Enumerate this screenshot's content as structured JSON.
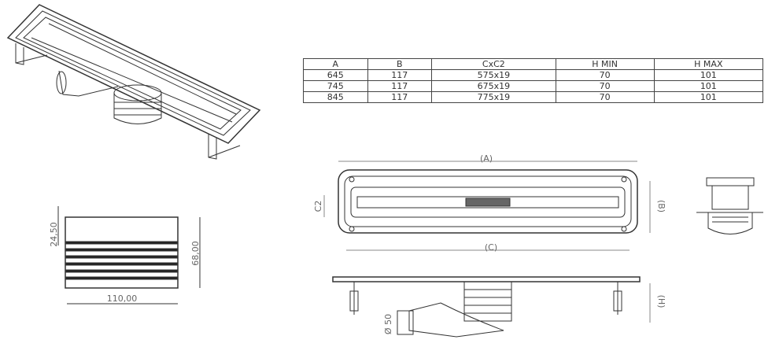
{
  "spec_table": {
    "headers": [
      "A",
      "B",
      "CxC2",
      "H MIN",
      "H MAX"
    ],
    "rows": [
      [
        "645",
        "117",
        "575x19",
        "70",
        "101"
      ],
      [
        "745",
        "117",
        "675x19",
        "70",
        "101"
      ],
      [
        "845",
        "117",
        "775x19",
        "70",
        "101"
      ]
    ]
  },
  "grate_detail": {
    "height_top": "24,50",
    "height_total": "68,00",
    "width": "110,00"
  },
  "plan_view": {
    "length_label": "(A)",
    "width_label": "(B)",
    "channel_label": "(C)",
    "channel_width_label": "C2"
  },
  "side_view": {
    "height_label": "(H)",
    "outlet_label": "Ø 50"
  }
}
